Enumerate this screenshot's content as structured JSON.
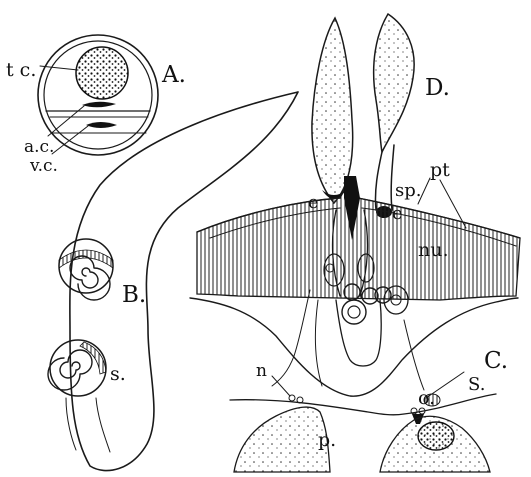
{
  "figure": {
    "panels": [
      {
        "id": "A",
        "label": "A."
      },
      {
        "id": "B",
        "label": "B."
      },
      {
        "id": "C",
        "label": "C."
      },
      {
        "id": "D",
        "label": "D."
      }
    ],
    "annotations": {
      "A": [
        "t c.",
        "a.c.",
        "v.c."
      ],
      "B": [
        "s."
      ],
      "C": [
        "pt",
        "nu.",
        "n",
        "p.",
        "o.",
        "S."
      ],
      "D": [
        "e",
        "sp.",
        "e"
      ]
    }
  }
}
